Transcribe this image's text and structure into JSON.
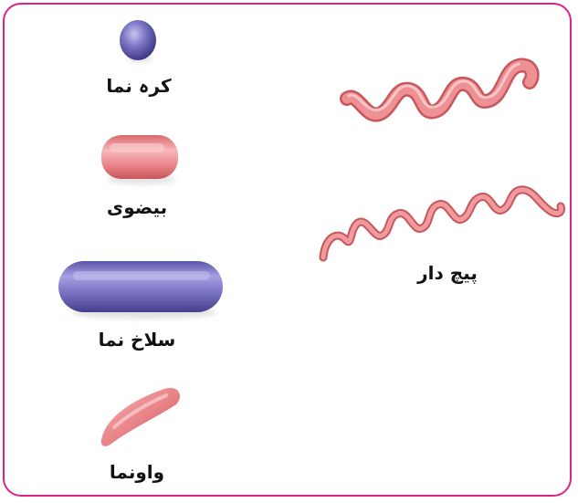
{
  "labels": {
    "coccus": "کرہ نما",
    "oval": "بیضوی",
    "bacillus": "سلاخ نما",
    "vibrio": "واونما",
    "spirillum": "پیچ دار"
  },
  "colors": {
    "border": "#e0218a",
    "purple_shape": "#7b74c4",
    "pink_shape": "#ec8a8e"
  }
}
